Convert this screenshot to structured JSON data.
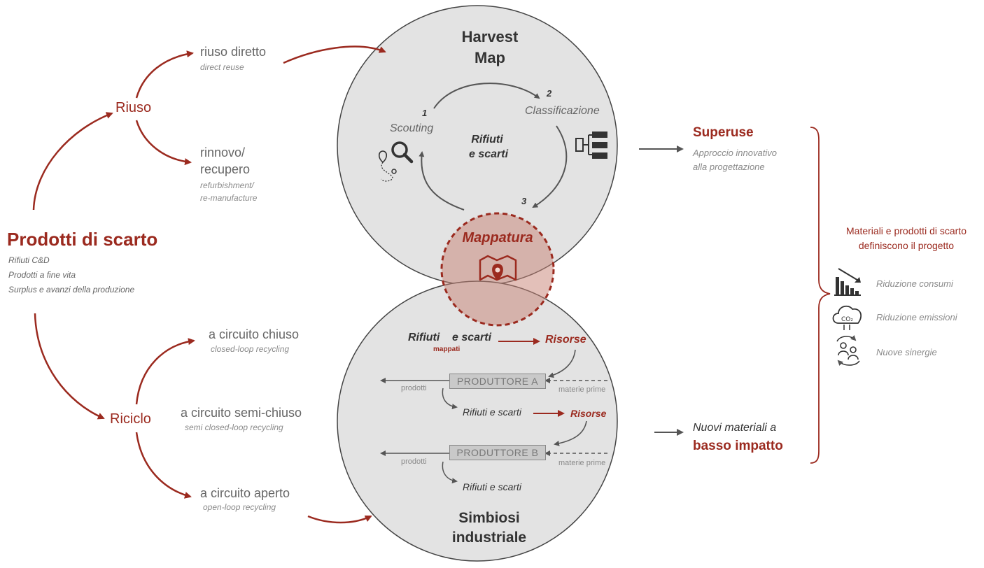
{
  "left": {
    "title": "Prodotti di scarto",
    "items": [
      "Rifiuti C&D",
      "Prodotti a fine vita",
      "Surplus e avanzi della produzione"
    ],
    "riuso": "Riuso",
    "riciclo": "Riciclo"
  },
  "reuse_branches": {
    "diretto": {
      "label": "riuso diretto",
      "sub": "direct reuse"
    },
    "rinnovo": {
      "label_1": "rinnovo/",
      "label_2": "recupero",
      "sub_1": "refurbishment/",
      "sub_2": "re-manufacture"
    }
  },
  "recycle_branches": {
    "chiuso": {
      "label": "a circuito chiuso",
      "sub": "closed-loop recycling"
    },
    "semi": {
      "label": "a circuito semi-chiuso",
      "sub": "semi closed-loop recycling"
    },
    "aperto": {
      "label": "a circuito aperto",
      "sub": "open-loop recycling"
    }
  },
  "harvest": {
    "title_1": "Harvest",
    "title_2": "Map",
    "step1_num": "1",
    "step1": "Scouting",
    "step2_num": "2",
    "step2": "Classificazione",
    "step3_num": "3",
    "center_1": "Rifiuti",
    "center_2": "e scarti"
  },
  "mappatura": "Mappatura",
  "simbiosi": {
    "rifiuti_bold": "Rifiuti",
    "e_scarti": "e scarti",
    "mappati": "mappati",
    "risorse": "Risorse",
    "produttore_a": "PRODUTTORE A",
    "produttore_b": "PRODUTTORE B",
    "prodotti": "prodotti",
    "materie_prime": "materie prime",
    "rifiuti": "Rifiuti",
    "title_1": "Simbiosi",
    "title_2": "industriale"
  },
  "superuse": {
    "title": "Superuse",
    "sub_1": "Approccio innovativo",
    "sub_2": "alla progettazione"
  },
  "nuovi": {
    "line_1": "Nuovi materiali a",
    "line_2": "basso impatto"
  },
  "benefits": {
    "heading_1": "Materiali e prodotti di scarto",
    "heading_2": "definiscono il progetto",
    "items": [
      {
        "icon": "bar-chart-down-icon",
        "label": "Riduzione consumi"
      },
      {
        "icon": "cloud-co2-icon",
        "label": "Riduzione emissioni"
      },
      {
        "icon": "people-cycle-icon",
        "label": "Nuove sinergie"
      }
    ]
  },
  "colors": {
    "accent": "#9b2a1f",
    "circle_fill": "#e3e3e3",
    "text": "#4a4a4a",
    "arrow": "#555555"
  }
}
